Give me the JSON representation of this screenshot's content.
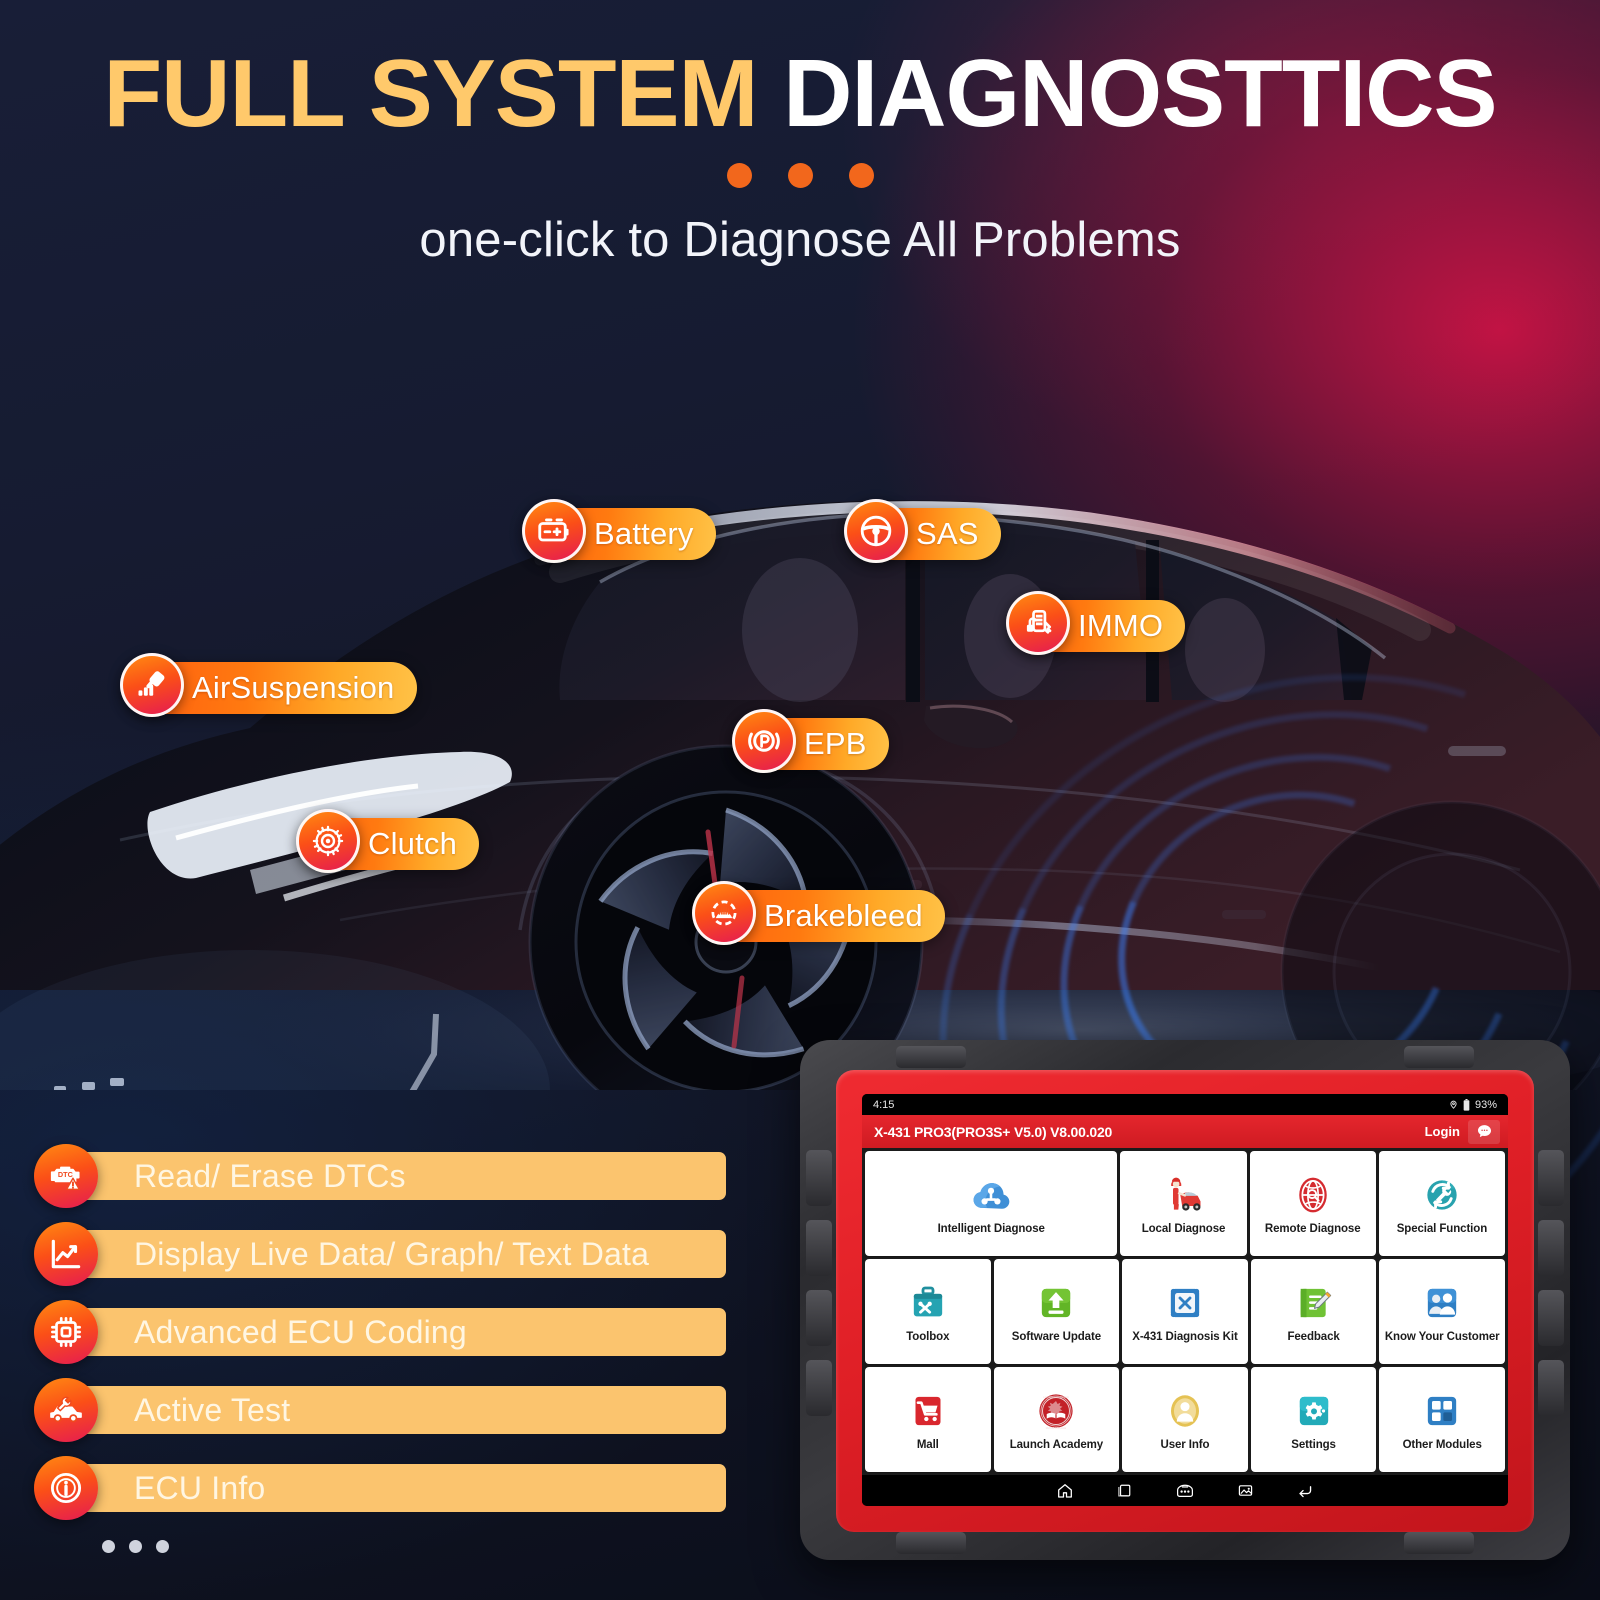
{
  "header": {
    "title_part1": "FULL SYSTEM ",
    "title_part2": "DIAGNOSTTICS",
    "subtitle": "one-click to Diagnose All Problems",
    "accent_dot_color": "#F2671C",
    "title_gold": "#FFC96B",
    "title_white": "#FFFFFF"
  },
  "callouts": [
    {
      "label": "Battery",
      "icon": "battery-icon"
    },
    {
      "label": "SAS",
      "icon": "steering-wheel-icon"
    },
    {
      "label": "IMMO",
      "icon": "immobilizer-key-icon"
    },
    {
      "label": "AirSuspension",
      "icon": "air-suspension-icon"
    },
    {
      "label": "EPB",
      "icon": "parking-brake-icon"
    },
    {
      "label": "Clutch",
      "icon": "clutch-icon"
    },
    {
      "label": "Brakebleed",
      "icon": "brake-bleed-icon"
    }
  ],
  "features": {
    "items": [
      {
        "label": "Read/ Erase DTCs",
        "icon": "engine-dtc-warning-icon"
      },
      {
        "label": "Display Live Data/ Graph/ Text Data",
        "icon": "line-chart-icon"
      },
      {
        "label": "Advanced ECU Coding",
        "icon": "cpu-chip-icon"
      },
      {
        "label": "Active Test",
        "icon": "car-wrench-icon"
      },
      {
        "label": "ECU Info",
        "icon": "info-circle-icon"
      }
    ],
    "more_indicator": "•••",
    "bar_color": "#FBC46E",
    "text_color": "#FFF6E2"
  },
  "tablet": {
    "status_bar": {
      "time": "4:15",
      "battery": "93%",
      "location_icon": "location-pin-icon",
      "battery_icon": "battery-icon"
    },
    "app_bar": {
      "title": "X-431 PRO3(PRO3S+ V5.0) V8.00.020",
      "login_label": "Login",
      "chat_icon": "chat-bubble-icon",
      "bar_color": "#D81F26"
    },
    "rows": [
      [
        {
          "label": "Intelligent Diagnose",
          "icon": "cloud-network-icon",
          "wide": true
        },
        {
          "label": "Local Diagnose",
          "icon": "mechanic-car-icon",
          "wide": false
        },
        {
          "label": "Remote Diagnose",
          "icon": "remote-globe-icon",
          "wide": false
        },
        {
          "label": "Special Function",
          "icon": "wrench-refresh-icon",
          "wide": false
        }
      ],
      [
        {
          "label": "Toolbox",
          "icon": "toolbox-icon",
          "wide": false
        },
        {
          "label": "Software Update",
          "icon": "upload-arrow-icon",
          "wide": false
        },
        {
          "label": "X-431 Diagnosis Kit",
          "icon": "diagnosis-kit-icon",
          "wide": false
        },
        {
          "label": "Feedback",
          "icon": "feedback-pencil-icon",
          "wide": false
        },
        {
          "label": "Know Your Customer",
          "icon": "customers-icon",
          "wide": false
        }
      ],
      [
        {
          "label": "Mall",
          "icon": "shopping-cart-icon",
          "wide": false
        },
        {
          "label": "Launch Academy",
          "icon": "academy-seal-icon",
          "wide": false
        },
        {
          "label": "User Info",
          "icon": "user-avatar-icon",
          "wide": false
        },
        {
          "label": "Settings",
          "icon": "gear-settings-icon",
          "wide": false
        },
        {
          "label": "Other Modules",
          "icon": "grid-modules-icon",
          "wide": false
        }
      ]
    ],
    "nav_bar": [
      "home-icon",
      "recents-icon",
      "vci-connector-icon",
      "screenshot-icon",
      "back-arrow-icon"
    ]
  }
}
